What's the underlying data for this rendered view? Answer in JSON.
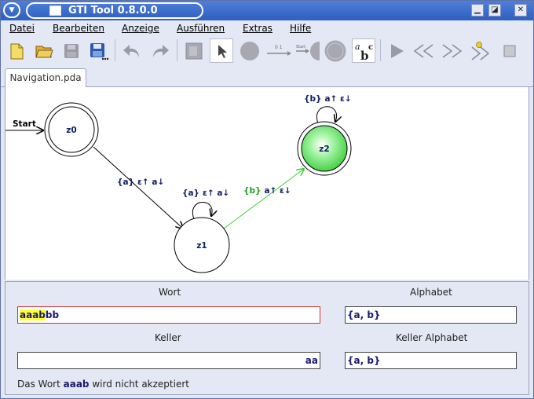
{
  "window": {
    "title": "GTI Tool 0.8.0.0"
  },
  "menu": [
    "Datei",
    "Bearbeiten",
    "Anzeige",
    "Ausführen",
    "Extras",
    "Hilfe"
  ],
  "tab": {
    "label": "Navigation.pda"
  },
  "diagram": {
    "start_label": "Start",
    "states": {
      "z0": "z0",
      "z1": "z1",
      "z2": "z2"
    },
    "transitions": {
      "z0_z1": {
        "sym": "{a}",
        "rest": "ε↑ a↓"
      },
      "z1_loop": {
        "sym": "{a}",
        "rest": "ε↑ a↓"
      },
      "z1_z2": {
        "sym": "{b}",
        "rest": "a↑ ε↓"
      },
      "z2_loop": {
        "sym": "{b}",
        "rest": "a↑ ε↓"
      }
    }
  },
  "panel": {
    "wort_label": "Wort",
    "wort_highlight": "aaab",
    "wort_rest": "bb",
    "alphabet_label": "Alphabet",
    "alphabet_value": "{a, b}",
    "keller_label": "Keller",
    "keller_value": "aa",
    "keller_alphabet_label": "Keller Alphabet",
    "keller_alphabet_value": "{a, b}",
    "status_prefix": "Das Wort",
    "status_word": "aaab",
    "status_suffix": "wird nicht akzeptiert"
  },
  "colors": {
    "accent_green": "#39d13a",
    "titlebar": "#3a6bcc",
    "error_border": "#d03030",
    "highlight": "#ffff33"
  }
}
